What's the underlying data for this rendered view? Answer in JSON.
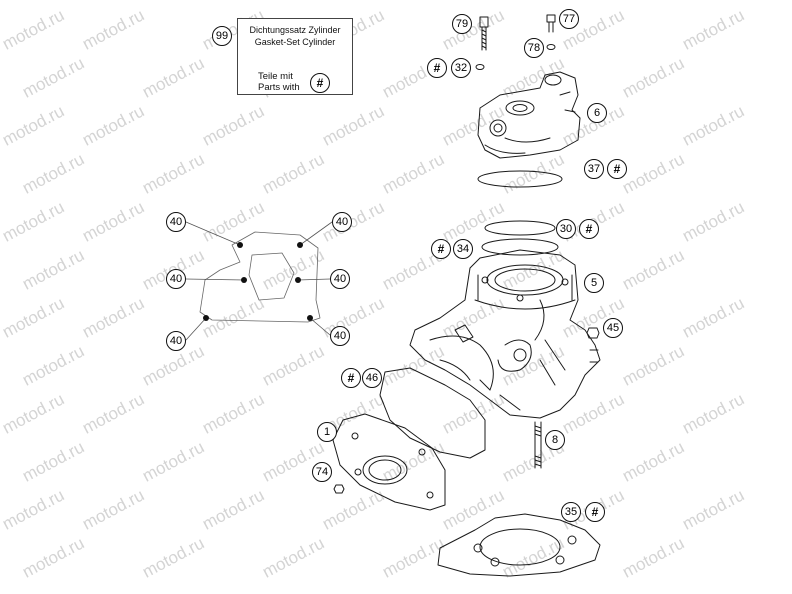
{
  "watermark": "motod.ru",
  "gasket_set_box": {
    "line1": "Dichtungssatz Zylinder",
    "line2": "Gasket-Set Cylinder",
    "teile_line1": "Teile mit",
    "teile_line2": "Parts with",
    "symbol": "#"
  },
  "callouts": {
    "c99": "99",
    "c79": "79",
    "c77": "77",
    "c78": "78",
    "c32": "32",
    "c6": "6",
    "c37": "37",
    "c30": "30",
    "c34": "34",
    "c5": "5",
    "c45": "45",
    "c46": "46",
    "c1": "1",
    "c8": "8",
    "c74": "74",
    "c35": "35",
    "c40a": "40",
    "c40b": "40",
    "c40c": "40",
    "c40d": "40",
    "c40e": "40",
    "c40f": "40"
  },
  "hash_symbol": "#",
  "colors": {
    "line": "#1a1a1a",
    "watermark": "#d4d4d4",
    "background": "#ffffff"
  }
}
